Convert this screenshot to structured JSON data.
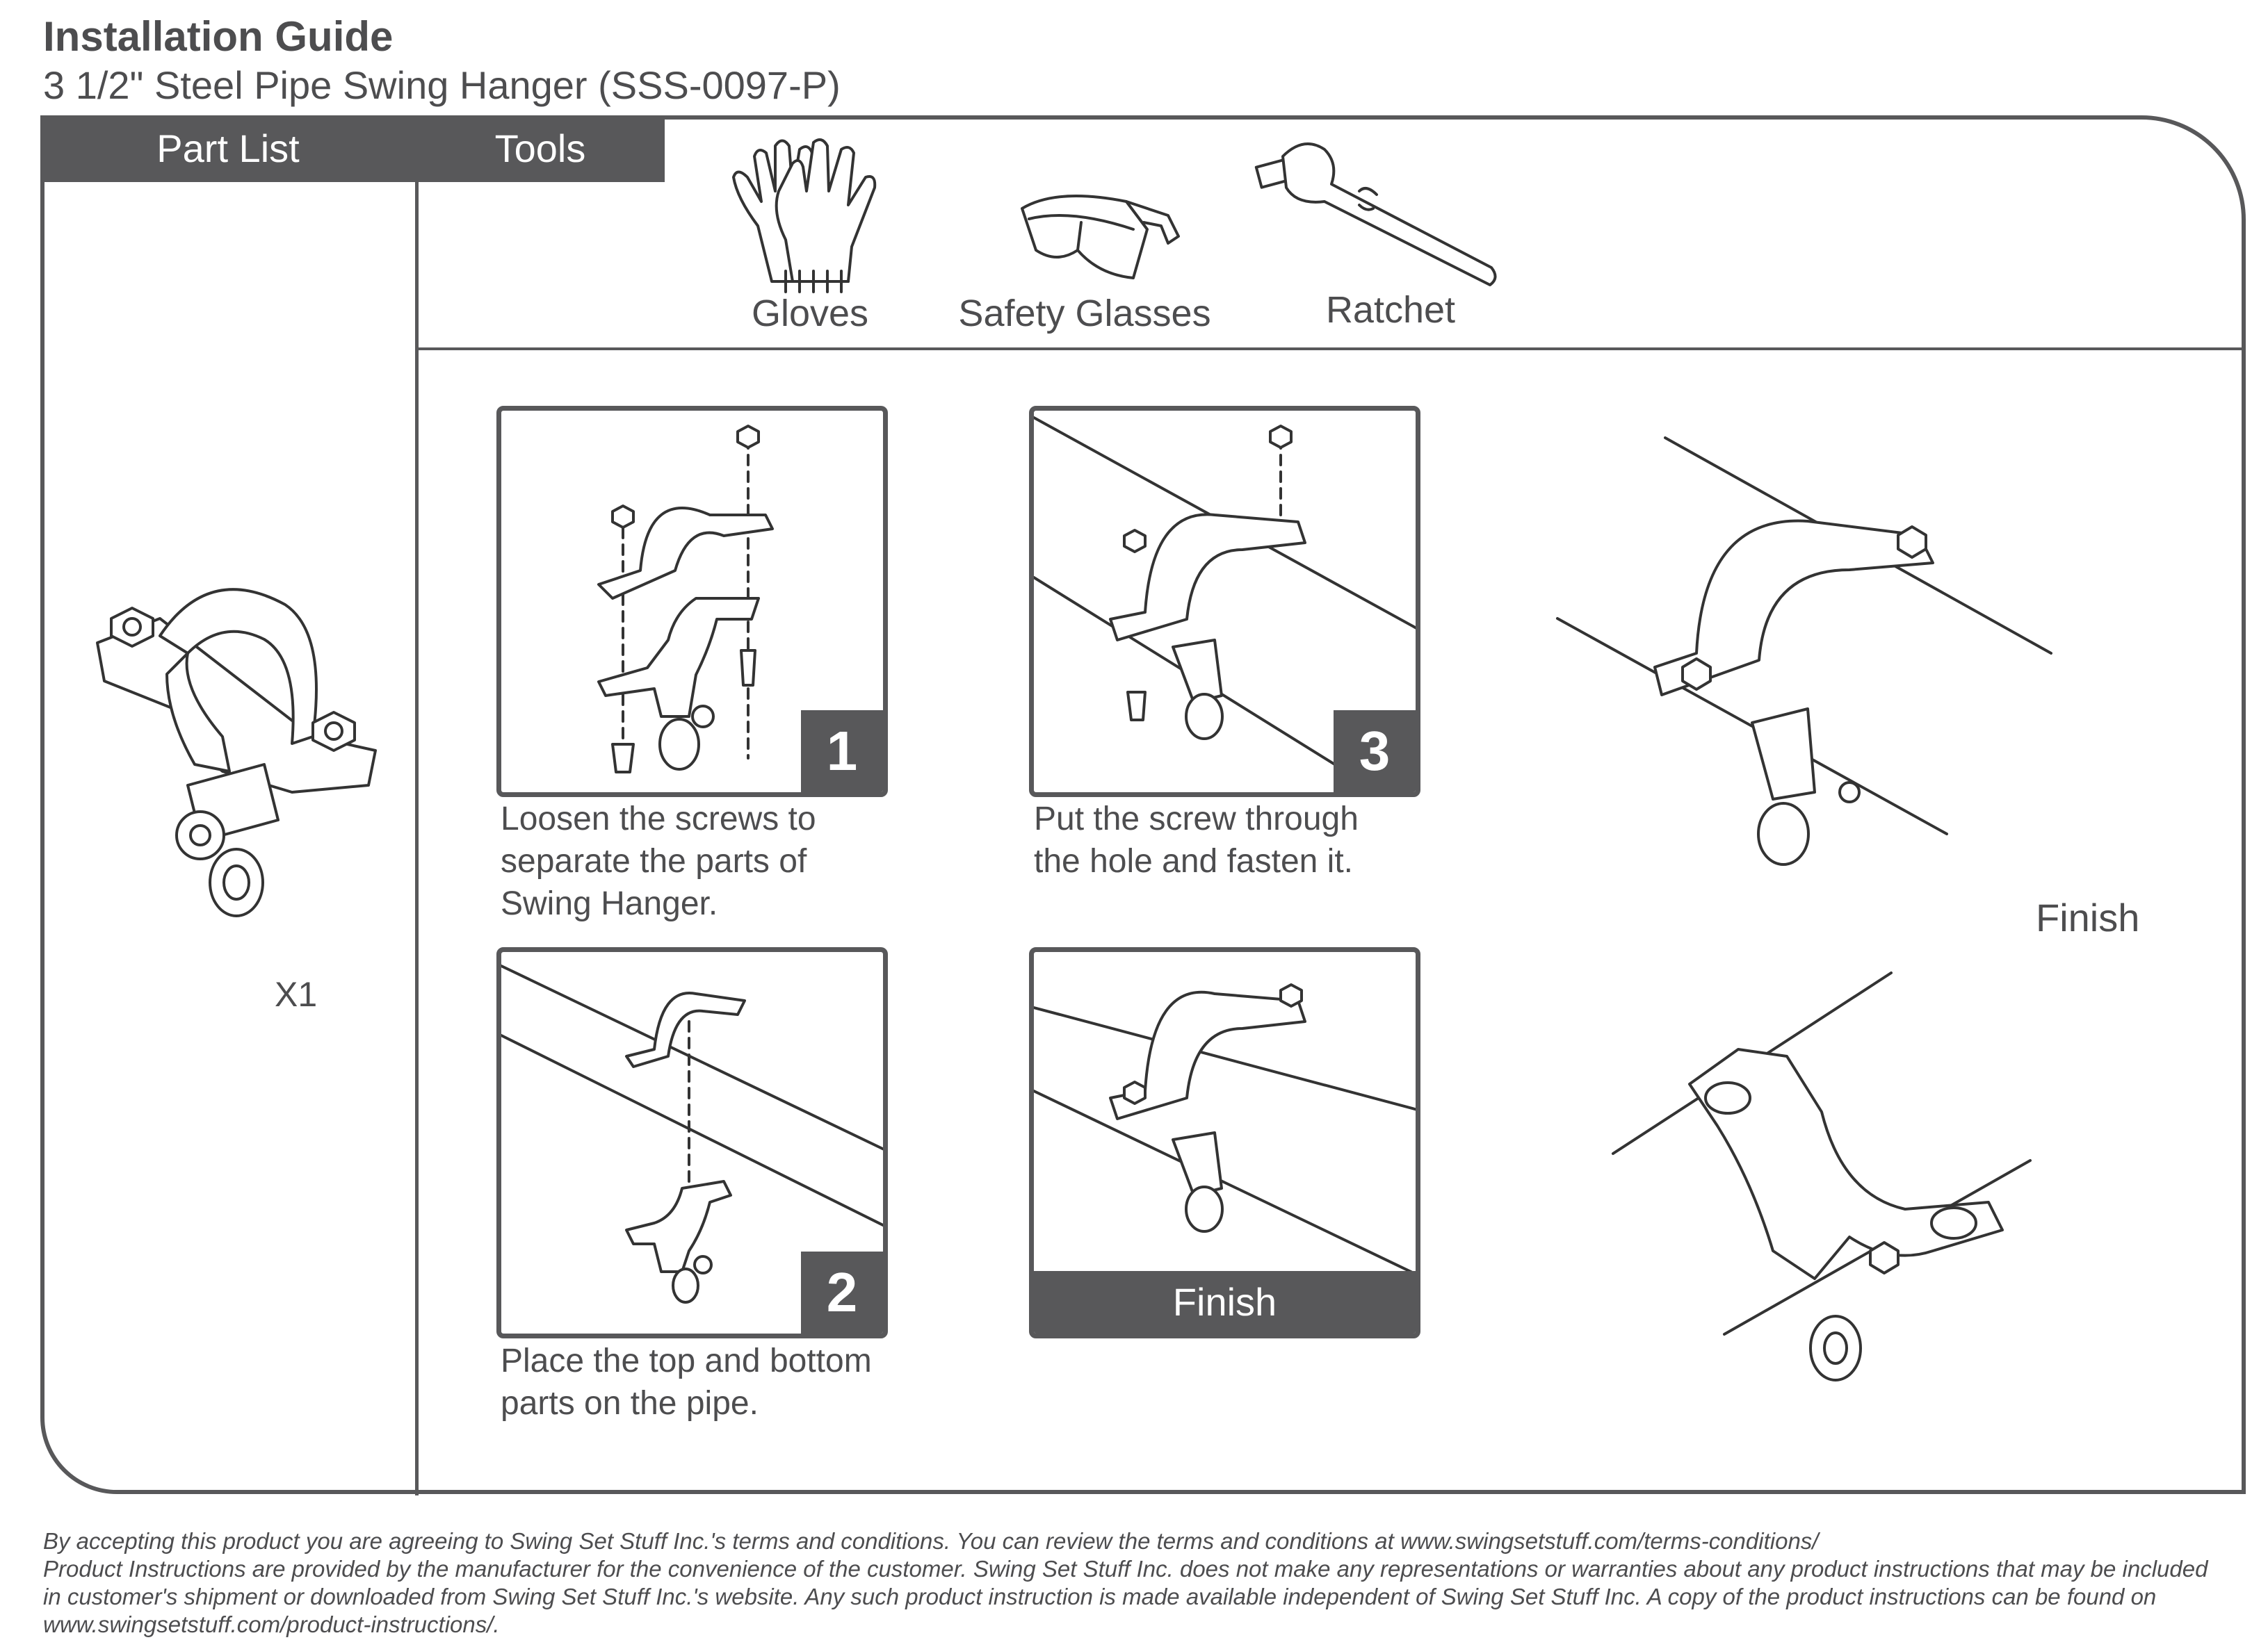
{
  "header": {
    "title": "Installation Guide",
    "subtitle": "3 1/2\" Steel Pipe Swing Hanger (SSS-0097-P)"
  },
  "tabs": {
    "part_list": "Part List",
    "tools": "Tools"
  },
  "part_list": {
    "quantity": "X1"
  },
  "tools": [
    {
      "label": "Gloves",
      "icon": "gloves-icon"
    },
    {
      "label": "Safety Glasses",
      "icon": "safety-glasses-icon"
    },
    {
      "label": "Ratchet",
      "icon": "ratchet-icon"
    }
  ],
  "steps": [
    {
      "number": "1",
      "caption": [
        "Loosen the screws to",
        "separate the parts of",
        "Swing Hanger."
      ]
    },
    {
      "number": "2",
      "caption": [
        "Place the top and bottom",
        "parts on the pipe."
      ]
    },
    {
      "number": "3",
      "caption": [
        "Put the screw through",
        "the hole and fasten it."
      ]
    }
  ],
  "finish": {
    "box_label": "Finish",
    "side_label": "Finish"
  },
  "footer": [
    "By accepting this product you are agreeing to Swing Set Stuff Inc.'s terms and conditions. You can review the terms and conditions at www.swingsetstuff.com/terms-conditions/",
    "Product Instructions are provided by the manufacturer for the convenience of the customer. Swing Set Stuff Inc. does not make any representations or warranties about any product instructions that may be included",
    "in customer's shipment or downloaded from Swing Set Stuff Inc.'s website. Any such product instruction is made available independent of Swing Set Stuff Inc.  A copy of the product instructions can be found on",
    "www.swingsetstuff.com/product-instructions/."
  ]
}
